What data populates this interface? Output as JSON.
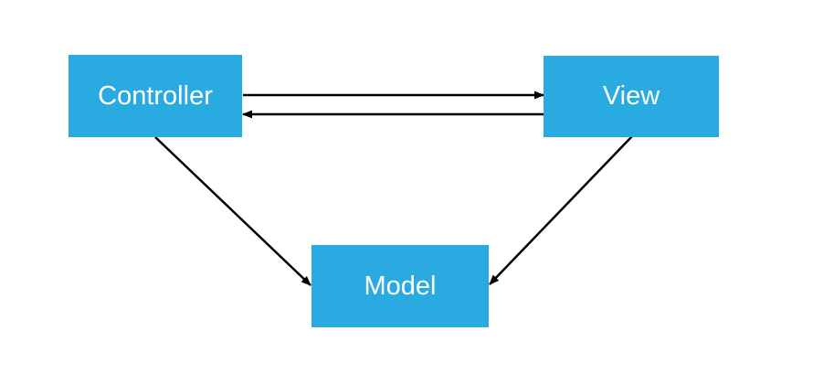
{
  "diagram": {
    "type": "flow",
    "nodes": {
      "controller": {
        "label": "Controller"
      },
      "view": {
        "label": "View"
      },
      "model": {
        "label": "Model"
      }
    },
    "edges": [
      {
        "from": "Controller",
        "to": "View",
        "style": "arrow"
      },
      {
        "from": "View",
        "to": "Controller",
        "style": "arrow"
      },
      {
        "from": "Controller",
        "to": "Model",
        "style": "arrow"
      },
      {
        "from": "View",
        "to": "Model",
        "style": "arrow"
      }
    ],
    "colors": {
      "node_fill": "#29ABE2",
      "node_text": "#FFFFFF",
      "arrow": "#000000",
      "background": "#FFFFFF"
    }
  }
}
